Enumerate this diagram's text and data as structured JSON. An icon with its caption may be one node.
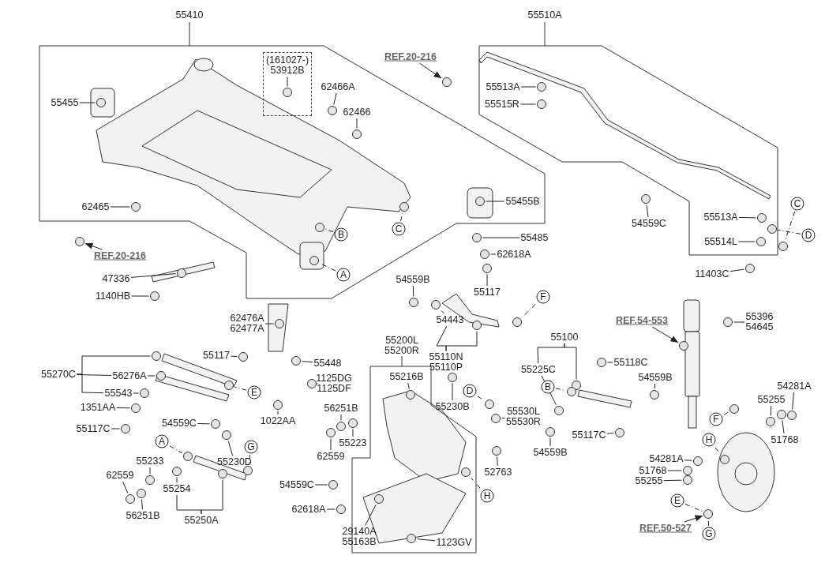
{
  "diagram": {
    "nodes": [
      {
        "text": [
          "55410"
        ]
      },
      {
        "text": [
          "(161027-)",
          "53912B"
        ],
        "in": 0
      },
      {
        "text": [
          "REF.20-216"
        ]
      },
      {
        "text": [
          "62466A"
        ],
        "in": 0
      },
      {
        "text": [
          "62466"
        ],
        "in": 0
      },
      {
        "text": [
          "55455"
        ],
        "in": 0
      },
      {
        "text": [
          "62465"
        ],
        "in": 0
      },
      {
        "text": [
          "REF.20-216"
        ]
      },
      {
        "text": [
          "47336"
        ]
      },
      {
        "text": [
          "1140HB"
        ]
      },
      {
        "text": [
          "55510A"
        ]
      },
      {
        "text": [
          "55513A"
        ],
        "in": 10
      },
      {
        "text": [
          "55515R"
        ],
        "in": 10
      },
      {
        "text": [
          "55455B"
        ],
        "in": 0
      },
      {
        "text": [
          "55485"
        ]
      },
      {
        "text": [
          "62618A"
        ]
      },
      {
        "text": [
          "54559C"
        ]
      },
      {
        "text": [
          "55513A"
        ],
        "in": 10
      },
      {
        "text": [
          "55514L"
        ],
        "in": 10
      },
      {
        "text": [
          "11403C"
        ]
      },
      {
        "text": [
          "C"
        ]
      },
      {
        "text": [
          "D"
        ]
      },
      {
        "text": [
          "B"
        ],
        "in": 0
      },
      {
        "text": [
          "C"
        ],
        "in": 0
      },
      {
        "text": [
          "A"
        ],
        "in": 0
      },
      {
        "text": [
          "54559B"
        ]
      },
      {
        "text": [
          "55117"
        ]
      },
      {
        "text": [
          "F"
        ]
      },
      {
        "text": [
          "54443"
        ]
      },
      {
        "text": [
          "55110N",
          "55110P"
        ]
      },
      {
        "text": [
          "62476A",
          "62477A"
        ]
      },
      {
        "text": [
          "55448"
        ]
      },
      {
        "text": [
          "1125DG",
          "1125DF"
        ]
      },
      {
        "text": [
          "1022AA"
        ]
      },
      {
        "text": [
          "55270C"
        ]
      },
      {
        "text": [
          "56276A"
        ]
      },
      {
        "text": [
          "55543"
        ]
      },
      {
        "text": [
          "1351AA"
        ]
      },
      {
        "text": [
          "55117"
        ]
      },
      {
        "text": [
          "E"
        ]
      },
      {
        "text": [
          "54559C"
        ]
      },
      {
        "text": [
          "55117C"
        ]
      },
      {
        "text": [
          "A"
        ]
      },
      {
        "text": [
          "G"
        ]
      },
      {
        "text": [
          "55230D"
        ]
      },
      {
        "text": [
          "55233"
        ]
      },
      {
        "text": [
          "62559"
        ]
      },
      {
        "text": [
          "55254"
        ]
      },
      {
        "text": [
          "56251B"
        ]
      },
      {
        "text": [
          "55250A"
        ]
      },
      {
        "text": [
          "55200L",
          "55200R"
        ]
      },
      {
        "text": [
          "55216B"
        ],
        "in": 50
      },
      {
        "text": [
          "56251B"
        ]
      },
      {
        "text": [
          "55223"
        ]
      },
      {
        "text": [
          "62559"
        ]
      },
      {
        "text": [
          "54559C"
        ]
      },
      {
        "text": [
          "62618A"
        ]
      },
      {
        "text": [
          "29140A",
          "55163B"
        ],
        "in": 50
      },
      {
        "text": [
          "1123GV"
        ],
        "in": 50
      },
      {
        "text": [
          "55230B"
        ]
      },
      {
        "text": [
          "D"
        ]
      },
      {
        "text": [
          "55530L",
          "55530R"
        ]
      },
      {
        "text": [
          "52763"
        ]
      },
      {
        "text": [
          "H"
        ]
      },
      {
        "text": [
          "55100"
        ]
      },
      {
        "text": [
          "55225C"
        ]
      },
      {
        "text": [
          "B"
        ]
      },
      {
        "text": [
          "55118C"
        ]
      },
      {
        "text": [
          "54559B"
        ]
      },
      {
        "text": [
          "55117C"
        ]
      },
      {
        "text": [
          "54559B"
        ]
      },
      {
        "text": [
          "REF.54-553"
        ]
      },
      {
        "text": [
          "55396",
          "54645"
        ]
      },
      {
        "text": [
          "54281A"
        ]
      },
      {
        "text": [
          "55255"
        ]
      },
      {
        "text": [
          "51768"
        ]
      },
      {
        "text": [
          "F"
        ]
      },
      {
        "text": [
          "H"
        ]
      },
      {
        "text": [
          "54281A"
        ]
      },
      {
        "text": [
          "51768"
        ]
      },
      {
        "text": [
          "55255"
        ]
      },
      {
        "text": [
          "E"
        ]
      },
      {
        "text": [
          "REF.50-527"
        ]
      },
      {
        "text": [
          "G"
        ]
      },
      {
        "text": [],
        "shape": "circle",
        "in": 1
      },
      {
        "text": [],
        "shape": "circle"
      },
      {
        "text": [],
        "shape": "circle",
        "in": 0
      },
      {
        "text": [],
        "shape": "circle",
        "in": 0
      },
      {
        "text": [],
        "shape": "circle",
        "in": 0
      },
      {
        "text": [],
        "shape": "circle",
        "in": 0
      },
      {
        "text": [],
        "shape": "circle"
      },
      {
        "text": [],
        "shape": "circle"
      },
      {
        "text": [],
        "shape": "circle"
      },
      {
        "text": [],
        "shape": "circle",
        "in": 10
      },
      {
        "text": [],
        "shape": "circle",
        "in": 10
      },
      {
        "text": [],
        "shape": "circle",
        "in": 0
      },
      {
        "text": [],
        "shape": "circle"
      },
      {
        "text": [],
        "shape": "circle"
      },
      {
        "text": [],
        "shape": "circle"
      },
      {
        "text": [],
        "shape": "circle",
        "in": 10
      },
      {
        "text": [],
        "shape": "circle",
        "in": 10
      },
      {
        "text": [],
        "shape": "circle"
      },
      {
        "text": [],
        "shape": "circle"
      },
      {
        "text": [],
        "shape": "circle",
        "in": 10
      },
      {
        "text": [],
        "shape": "circle",
        "in": 0
      },
      {
        "text": [],
        "shape": "circle",
        "in": 0
      },
      {
        "text": [],
        "shape": "circle",
        "in": 0
      },
      {
        "text": [],
        "shape": "circle"
      },
      {
        "text": [],
        "shape": "circle"
      },
      {
        "text": [],
        "shape": "circle"
      },
      {
        "text": [],
        "shape": "circle"
      },
      {
        "text": [],
        "shape": "circle"
      },
      {
        "text": [],
        "shape": "circle"
      },
      {
        "text": [],
        "shape": "circle"
      },
      {
        "text": [],
        "shape": "circle"
      },
      {
        "text": [],
        "shape": "circle"
      },
      {
        "text": [],
        "shape": "circle"
      },
      {
        "text": [],
        "shape": "circle"
      },
      {
        "text": [],
        "shape": "circle"
      },
      {
        "text": [],
        "shape": "circle"
      },
      {
        "text": [],
        "shape": "circle"
      },
      {
        "text": [],
        "shape": "circle"
      },
      {
        "text": [],
        "shape": "circle"
      },
      {
        "text": [],
        "shape": "circle"
      },
      {
        "text": [],
        "shape": "circle"
      },
      {
        "text": [],
        "shape": "circle"
      },
      {
        "text": [],
        "shape": "circle"
      },
      {
        "text": [],
        "shape": "circle"
      },
      {
        "text": [],
        "shape": "circle"
      },
      {
        "text": [],
        "shape": "circle"
      },
      {
        "text": [],
        "shape": "circle"
      },
      {
        "text": [],
        "shape": "circle"
      },
      {
        "text": [],
        "shape": "circle",
        "in": 50
      },
      {
        "text": [],
        "shape": "circle"
      },
      {
        "text": [],
        "shape": "circle"
      },
      {
        "text": [],
        "shape": "circle"
      },
      {
        "text": [],
        "shape": "circle"
      },
      {
        "text": [],
        "shape": "circle"
      },
      {
        "text": [],
        "shape": "circle",
        "in": 50
      },
      {
        "text": [],
        "shape": "circle",
        "in": 50
      },
      {
        "text": [],
        "shape": "circle"
      },
      {
        "text": [],
        "shape": "circle"
      },
      {
        "text": [],
        "shape": "circle"
      },
      {
        "text": [],
        "shape": "circle"
      },
      {
        "text": [],
        "shape": "circle",
        "in": 50
      },
      {
        "text": [],
        "shape": "circle"
      },
      {
        "text": [],
        "shape": "circle"
      },
      {
        "text": [],
        "shape": "circle"
      },
      {
        "text": [],
        "shape": "circle"
      },
      {
        "text": [],
        "shape": "circle"
      },
      {
        "text": [],
        "shape": "circle"
      },
      {
        "text": [],
        "shape": "circle"
      },
      {
        "text": [],
        "shape": "circle"
      },
      {
        "text": [],
        "shape": "circle"
      },
      {
        "text": [],
        "shape": "circle"
      },
      {
        "text": [],
        "shape": "circle"
      },
      {
        "text": [],
        "shape": "circle"
      },
      {
        "text": [],
        "shape": "circle"
      },
      {
        "text": [],
        "shape": "circle"
      },
      {
        "text": [],
        "shape": "circle"
      },
      {
        "text": [],
        "shape": "circle"
      },
      {
        "text": [],
        "shape": "circle"
      },
      {
        "text": [],
        "shape": "circle"
      }
    ],
    "edges": [
      {
        "from": 1,
        "to": 84,
        "arrow": "none"
      },
      {
        "from": 2,
        "to": 85,
        "arrow": "to"
      },
      {
        "from": 3,
        "to": 86,
        "arrow": "none"
      },
      {
        "from": 4,
        "to": 87,
        "arrow": "none"
      },
      {
        "from": 5,
        "to": 88,
        "arrow": "none"
      },
      {
        "from": 6,
        "to": 89,
        "arrow": "none"
      },
      {
        "from": 7,
        "to": 90,
        "arrow": "to"
      },
      {
        "from": 8,
        "to": 91,
        "arrow": "none"
      },
      {
        "from": 9,
        "to": 92,
        "arrow": "none"
      },
      {
        "from": 11,
        "to": 93,
        "arrow": "none"
      },
      {
        "from": 12,
        "to": 94,
        "arrow": "none"
      },
      {
        "from": 13,
        "to": 95,
        "arrow": "none"
      },
      {
        "from": 14,
        "to": 96,
        "arrow": "none"
      },
      {
        "from": 15,
        "to": 97,
        "arrow": "none"
      },
      {
        "from": 16,
        "to": 98,
        "arrow": "none"
      },
      {
        "from": 17,
        "to": 99,
        "arrow": "none"
      },
      {
        "from": 18,
        "to": 100,
        "arrow": "none"
      },
      {
        "from": 19,
        "to": 101,
        "arrow": "none"
      },
      {
        "from": 20,
        "to": 102,
        "arrow": "none",
        "style": "dashed"
      },
      {
        "from": 21,
        "to": 103,
        "arrow": "none",
        "style": "dashed"
      },
      {
        "from": 22,
        "to": 104,
        "arrow": "none",
        "style": "dashed"
      },
      {
        "from": 23,
        "to": 105,
        "arrow": "none",
        "style": "dashed"
      },
      {
        "from": 24,
        "to": 106,
        "arrow": "none",
        "style": "dashed"
      },
      {
        "from": 25,
        "to": 107,
        "arrow": "none"
      },
      {
        "from": 26,
        "to": 108,
        "arrow": "none"
      },
      {
        "from": 27,
        "to": 109,
        "arrow": "none",
        "style": "dashed"
      },
      {
        "from": 28,
        "to": 110,
        "arrow": "none"
      },
      {
        "from": 29,
        "to": 28,
        "arrow": "none"
      },
      {
        "from": 29,
        "to": 111,
        "arrow": "none"
      },
      {
        "from": 30,
        "to": 112,
        "arrow": "none"
      },
      {
        "from": 31,
        "to": 113,
        "arrow": "none"
      },
      {
        "from": 32,
        "to": 114,
        "arrow": "none"
      },
      {
        "from": 33,
        "to": 115,
        "arrow": "none"
      },
      {
        "from": 34,
        "to": 116,
        "arrow": "none"
      },
      {
        "from": 34,
        "to": 35,
        "arrow": "none"
      },
      {
        "from": 34,
        "to": 36,
        "arrow": "none"
      },
      {
        "from": 35,
        "to": 117,
        "arrow": "none"
      },
      {
        "from": 36,
        "to": 118,
        "arrow": "none"
      },
      {
        "from": 37,
        "to": 119,
        "arrow": "none"
      },
      {
        "from": 38,
        "to": 120,
        "arrow": "none"
      },
      {
        "from": 39,
        "to": 121,
        "arrow": "none",
        "style": "dashed"
      },
      {
        "from": 40,
        "to": 122,
        "arrow": "none"
      },
      {
        "from": 41,
        "to": 123,
        "arrow": "none"
      },
      {
        "from": 42,
        "to": 124,
        "arrow": "none",
        "style": "dashed"
      },
      {
        "from": 43,
        "to": 125,
        "arrow": "none",
        "style": "dashed"
      },
      {
        "from": 44,
        "to": 126,
        "arrow": "none"
      },
      {
        "from": 45,
        "to": 127,
        "arrow": "none"
      },
      {
        "from": 46,
        "to": 128,
        "arrow": "none"
      },
      {
        "from": 47,
        "to": 129,
        "arrow": "none"
      },
      {
        "from": 48,
        "to": 130,
        "arrow": "none"
      },
      {
        "from": 49,
        "to": 47,
        "arrow": "none"
      },
      {
        "from": 49,
        "to": 131,
        "arrow": "none"
      },
      {
        "from": 51,
        "to": 132,
        "arrow": "none"
      },
      {
        "from": 52,
        "to": 133,
        "arrow": "none"
      },
      {
        "from": 53,
        "to": 134,
        "arrow": "none"
      },
      {
        "from": 54,
        "to": 135,
        "arrow": "none"
      },
      {
        "from": 55,
        "to": 136,
        "arrow": "none"
      },
      {
        "from": 56,
        "to": 137,
        "arrow": "none"
      },
      {
        "from": 57,
        "to": 138,
        "arrow": "none"
      },
      {
        "from": 58,
        "to": 139,
        "arrow": "none"
      },
      {
        "from": 59,
        "to": 140,
        "arrow": "none"
      },
      {
        "from": 60,
        "to": 141,
        "arrow": "none",
        "style": "dashed"
      },
      {
        "from": 61,
        "to": 142,
        "arrow": "none"
      },
      {
        "from": 62,
        "to": 143,
        "arrow": "none"
      },
      {
        "from": 63,
        "to": 144,
        "arrow": "none",
        "style": "dashed"
      },
      {
        "from": 64,
        "to": 65,
        "arrow": "none"
      },
      {
        "from": 64,
        "to": 145,
        "arrow": "none"
      },
      {
        "from": 65,
        "to": 146,
        "arrow": "none"
      },
      {
        "from": 66,
        "to": 147,
        "arrow": "none",
        "style": "dashed"
      },
      {
        "from": 67,
        "to": 148,
        "arrow": "none"
      },
      {
        "from": 68,
        "to": 149,
        "arrow": "none"
      },
      {
        "from": 69,
        "to": 150,
        "arrow": "none"
      },
      {
        "from": 70,
        "to": 151,
        "arrow": "none"
      },
      {
        "from": 71,
        "to": 152,
        "arrow": "to"
      },
      {
        "from": 72,
        "to": 153,
        "arrow": "none"
      },
      {
        "from": 73,
        "to": 154,
        "arrow": "none"
      },
      {
        "from": 74,
        "to": 155,
        "arrow": "none"
      },
      {
        "from": 75,
        "to": 156,
        "arrow": "none"
      },
      {
        "from": 76,
        "to": 157,
        "arrow": "none",
        "style": "dashed"
      },
      {
        "from": 77,
        "to": 158,
        "arrow": "none",
        "style": "dashed"
      },
      {
        "from": 78,
        "to": 159,
        "arrow": "none"
      },
      {
        "from": 79,
        "to": 160,
        "arrow": "none"
      },
      {
        "from": 80,
        "to": 161,
        "arrow": "none"
      },
      {
        "from": 81,
        "to": 162,
        "arrow": "none",
        "style": "dashed"
      },
      {
        "from": 82,
        "to": 162,
        "arrow": "to"
      },
      {
        "from": 83,
        "to": 162,
        "arrow": "none",
        "style": "dashed"
      }
    ]
  }
}
